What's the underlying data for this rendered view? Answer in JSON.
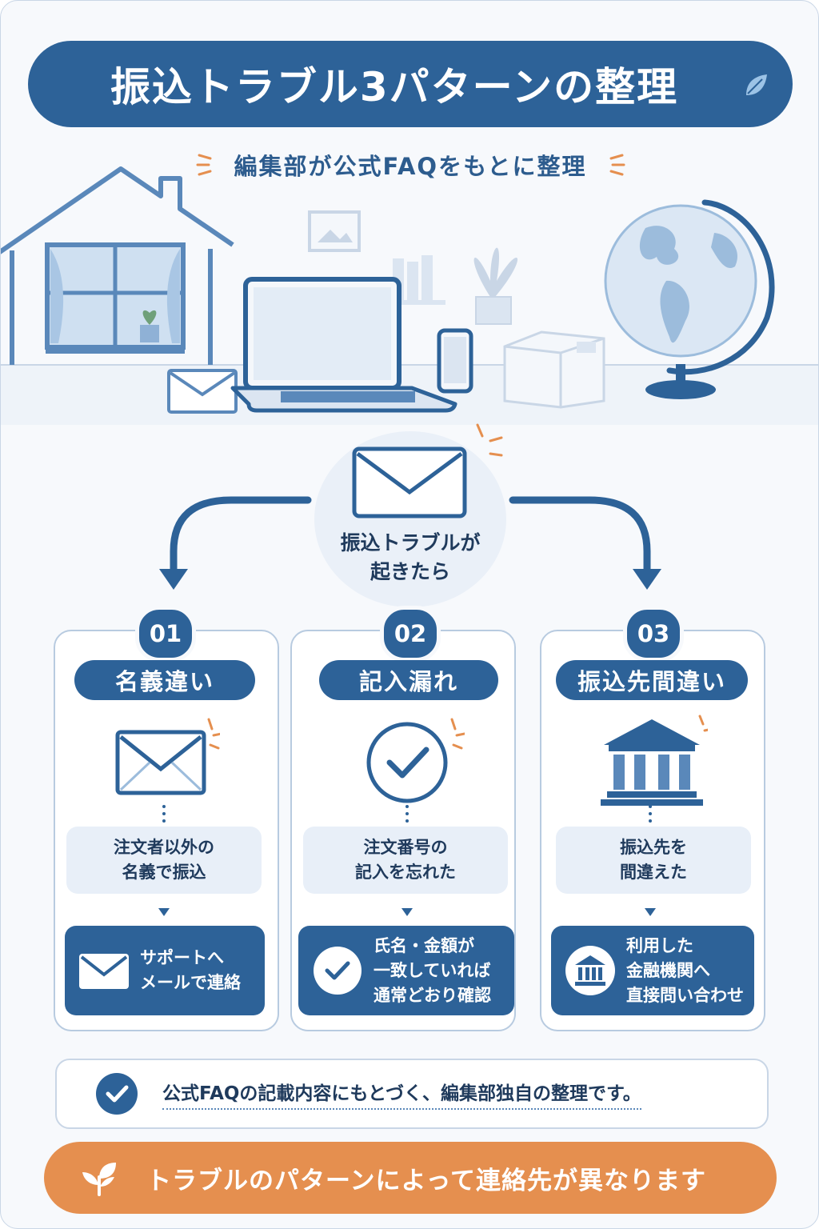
{
  "header": {
    "title": "振込トラブル3パターンの整理",
    "subtitle": "編集部が公式FAQをもとに整理"
  },
  "hub": {
    "line1": "振込トラブルが",
    "line2": "起きたら"
  },
  "patterns": [
    {
      "number": "01",
      "title": "名義違い",
      "icon": "envelope-icon",
      "description": [
        "注文者以外の",
        "名義で振込"
      ],
      "action_icon": "envelope-icon",
      "action": [
        "サポートへ",
        "メールで連絡"
      ]
    },
    {
      "number": "02",
      "title": "記入漏れ",
      "icon": "check-circle-icon",
      "description": [
        "注文番号の",
        "記入を忘れた"
      ],
      "action_icon": "check-circle-icon",
      "action": [
        "氏名・金額が",
        "一致していれば",
        "通常どおり確認"
      ]
    },
    {
      "number": "03",
      "title": "振込先間違い",
      "icon": "bank-icon",
      "description": [
        "振込先を",
        "間違えた"
      ],
      "action_icon": "bank-icon",
      "action": [
        "利用した",
        "金融機関へ",
        "直接問い合わせ"
      ]
    }
  ],
  "note": {
    "icon": "check-icon",
    "text": "公式FAQの記載内容にもとづく、編集部独自の整理です。"
  },
  "footer": {
    "icon": "sprout-icon",
    "text": "トラブルのパターンによって連絡先が異なります"
  },
  "colors": {
    "primary": "#2d6298",
    "accent": "#e58f4f",
    "light": "#e8eff8",
    "text": "#1f3a5c"
  }
}
